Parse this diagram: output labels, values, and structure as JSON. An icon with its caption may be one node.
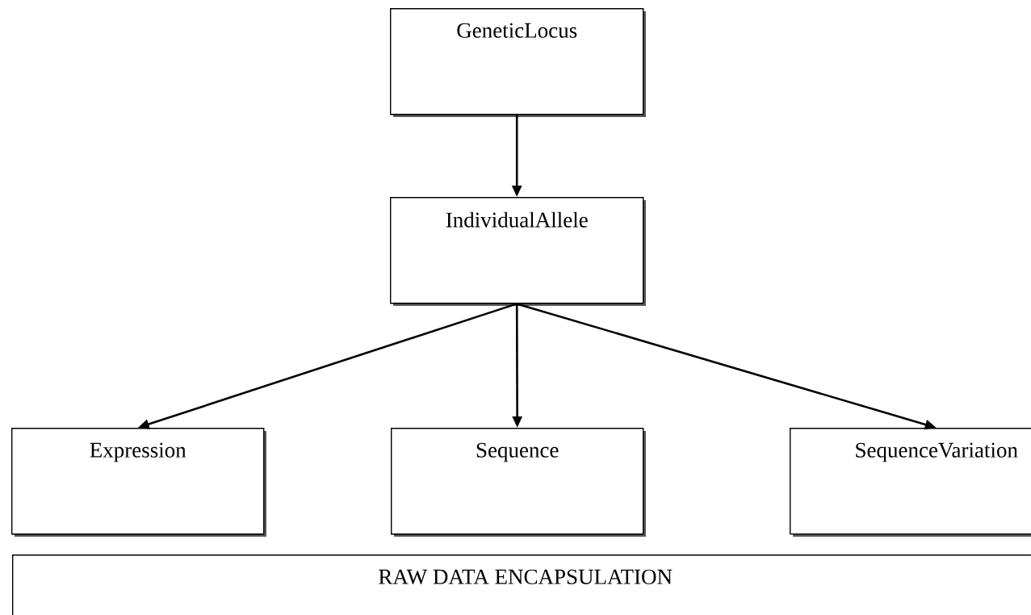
{
  "diagram": {
    "nodes": [
      {
        "text": [
          "GeneticLocus"
        ]
      },
      {
        "text": [
          "IndividualAllele"
        ]
      },
      {
        "text": [
          "Expression"
        ]
      },
      {
        "text": [
          "Sequence"
        ]
      },
      {
        "text": [
          "SequenceVariation"
        ]
      },
      {
        "text": [
          "RAW DATA ENCAPSULATION"
        ]
      }
    ],
    "edges": [
      {
        "from": 0,
        "to": 1,
        "arrow": "to"
      },
      {
        "from": 1,
        "to": 2,
        "arrow": "to"
      },
      {
        "from": 1,
        "to": 3,
        "arrow": "to"
      },
      {
        "from": 1,
        "to": 4,
        "arrow": "to"
      }
    ]
  }
}
